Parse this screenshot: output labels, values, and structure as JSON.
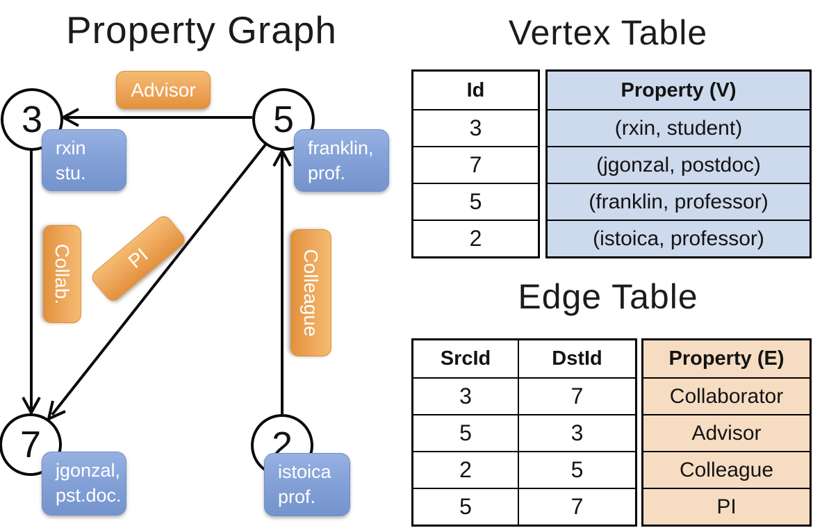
{
  "graph": {
    "title": "Property Graph",
    "nodes": [
      "3",
      "5",
      "7",
      "2"
    ],
    "vertex_labels": [
      {
        "line1": "rxin",
        "line2": "stu."
      },
      {
        "line1": "franklin,",
        "line2": "prof."
      },
      {
        "line1": "jgonzal,",
        "line2": "pst.doc."
      },
      {
        "line1": "istoica",
        "line2": "prof."
      }
    ],
    "edge_labels": {
      "advisor": "Advisor",
      "collab": "Collab.",
      "pi": "PI",
      "colleague": "Colleague"
    }
  },
  "vertex_table": {
    "title": "Vertex Table",
    "columns": {
      "id": "Id",
      "property": "Property (V)"
    },
    "rows": [
      {
        "id": "3",
        "property": "(rxin, student)"
      },
      {
        "id": "7",
        "property": "(jgonzal, postdoc)"
      },
      {
        "id": "5",
        "property": "(franklin, professor)"
      },
      {
        "id": "2",
        "property": "(istoica, professor)"
      }
    ]
  },
  "edge_table": {
    "title": "Edge Table",
    "columns": {
      "src": "SrcId",
      "dst": "DstId",
      "property": "Property (E)"
    },
    "rows": [
      {
        "src": "3",
        "dst": "7",
        "property": "Collaborator"
      },
      {
        "src": "5",
        "dst": "3",
        "property": "Advisor"
      },
      {
        "src": "2",
        "dst": "5",
        "property": "Colleague"
      },
      {
        "src": "5",
        "dst": "7",
        "property": "PI"
      }
    ]
  },
  "colors": {
    "edge_label_fill": "#eda65a",
    "vertex_label_fill": "#84a2d8",
    "vertex_column_fill": "#cdd9ed",
    "edge_column_fill": "#f6ddc2",
    "line": "#0a0a0a"
  }
}
